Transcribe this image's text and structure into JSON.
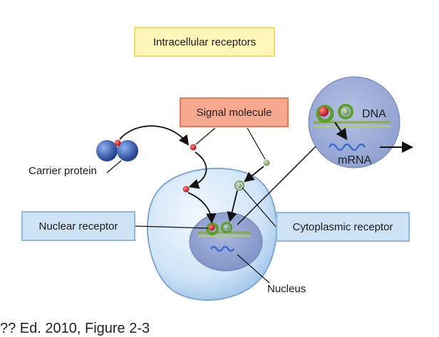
{
  "labels": {
    "title": "Intracellular receptors",
    "signal_molecule": "Signal molecule",
    "carrier_protein": "Carrier protein",
    "nuclear_receptor": "Nuclear receptor",
    "cytoplasmic_receptor": "Cytoplasmic receptor",
    "nucleus": "Nucleus",
    "dna": "DNA",
    "mrna": "mRNA"
  },
  "caption": "?? Ed. 2010, Figure 2-3",
  "colors": {
    "title_fill": "#fff6b8",
    "signal_fill": "#f6a98e",
    "receptor_box_fill": "#cfe3f6",
    "cell_fill": "#cfe4f7",
    "nucleus_fill": "#8d9fcf",
    "dna_green": "#8bab3c",
    "mrna_blue": "#3a6fd0",
    "signal_red": "#d8232a",
    "signal_green": "#8aa574",
    "carrier_blue": "#3b5fb0"
  }
}
